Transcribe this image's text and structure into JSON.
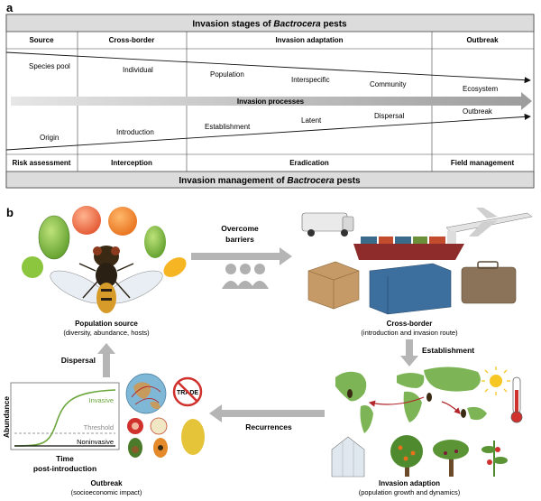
{
  "panel_a": {
    "label": "a",
    "top_banner": {
      "prefix": "Invasion stages of ",
      "italic": "Bactrocera",
      "suffix": " pests"
    },
    "bottom_banner": {
      "prefix": "Invasion management of ",
      "italic": "Bactrocera",
      "suffix": " pests"
    },
    "stages": [
      "Source",
      "Cross-border",
      "Invasion adaptation",
      "Outbreak"
    ],
    "upper_terms": [
      "Species pool",
      "Individual",
      "Population",
      "Interspecific",
      "Community",
      "Ecosystem"
    ],
    "processes_label": "Invasion processes",
    "lower_terms": [
      "Origin",
      "Introduction",
      "Establishment",
      "Latent",
      "Dispersal",
      "Outbreak"
    ],
    "management": [
      "Risk assessment",
      "Interception",
      "Eradication",
      "Field management"
    ]
  },
  "panel_b": {
    "label": "b",
    "overcome_barriers": [
      "Overcome",
      "barriers"
    ],
    "population_source": {
      "title": "Population source",
      "subtitle": "(diversity, abundance, hosts)"
    },
    "cross_border": {
      "title": "Cross-border",
      "subtitle": "(introduction and invasion route)"
    },
    "establishment": "Establishment",
    "dispersal": "Dispersal",
    "recurrences": "Recurrences",
    "trade_sign": "TRADE",
    "invasion_adaption": {
      "title": "Invasion adaption",
      "subtitle": "(population growth and dynamics)"
    },
    "outbreak": {
      "title": "Outbreak",
      "subtitle": "(socioeconomic impact)"
    },
    "chart": {
      "ylabel": "Abundance",
      "xlabel": [
        "Time",
        "post-introduction"
      ],
      "invasive": "Invasive",
      "threshold": "Threshold",
      "noninvasive": "Noninvasive"
    }
  },
  "colors": {
    "banner": "#dcdcdc",
    "process_arrow": "#b0b0b0",
    "invasive_curve": "#6aa63a",
    "arrow_gray": "#b5b5b5"
  }
}
